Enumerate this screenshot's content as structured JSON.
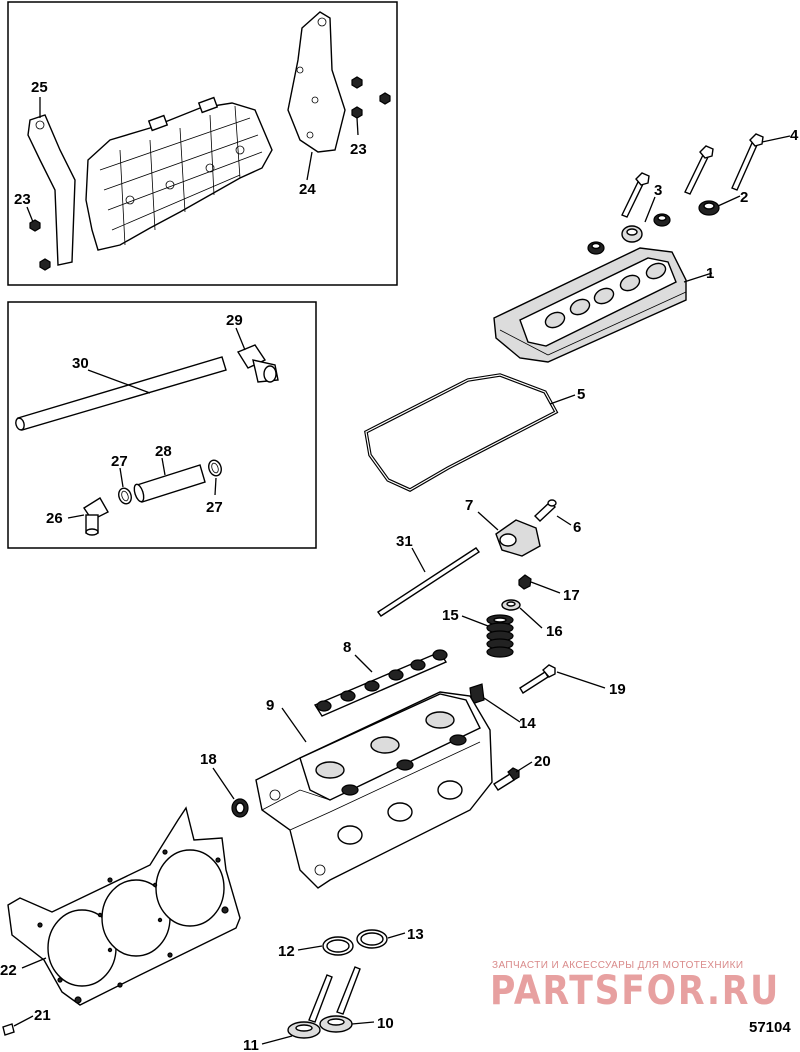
{
  "figure_number": "57104",
  "watermark": {
    "tagline": "ЗАПЧАСТИ И АКСЕССУАРЫ ДЛЯ МОТОТЕХНИКИ",
    "brand": "PARTSFOR.RU"
  },
  "callouts": {
    "c1": "1",
    "c2": "2",
    "c3": "3",
    "c4": "4",
    "c5": "5",
    "c6": "6",
    "c7": "7",
    "c8": "8",
    "c9": "9",
    "c10": "10",
    "c11": "11",
    "c12": "12",
    "c13": "13",
    "c14": "14",
    "c15": "15",
    "c16": "16",
    "c17": "17",
    "c18": "18",
    "c19": "19",
    "c20": "20",
    "c21": "21",
    "c22": "22",
    "c23a": "23",
    "c23b": "23",
    "c24": "24",
    "c25": "25",
    "c26": "26",
    "c27a": "27",
    "c27b": "27",
    "c28": "28",
    "c29": "29",
    "c30": "30",
    "c31": "31"
  }
}
